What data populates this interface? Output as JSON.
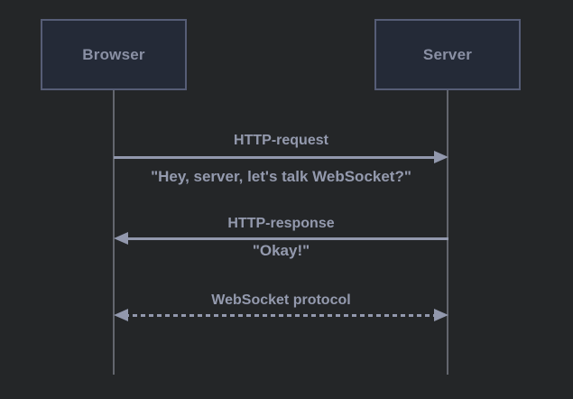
{
  "diagram": {
    "type": "sequence-diagram",
    "actors": {
      "left": "Browser",
      "right": "Server"
    },
    "messages": {
      "request": {
        "label": "HTTP-request",
        "note": "\"Hey, server, let's talk WebSocket?\"",
        "direction": "right",
        "line_style": "solid"
      },
      "response": {
        "label": "HTTP-response",
        "note": "\"Okay!\"",
        "direction": "left",
        "line_style": "solid"
      },
      "websocket": {
        "label": "WebSocket protocol",
        "direction": "both",
        "line_style": "dashed"
      }
    },
    "colors": {
      "background": "#242628",
      "actor_box_fill": "#242a37",
      "actor_box_border": "#565d76",
      "actor_text": "#8a90a4",
      "lifeline": "#63666e",
      "arrow": "#9298ad",
      "label_text": "#949aae"
    }
  }
}
